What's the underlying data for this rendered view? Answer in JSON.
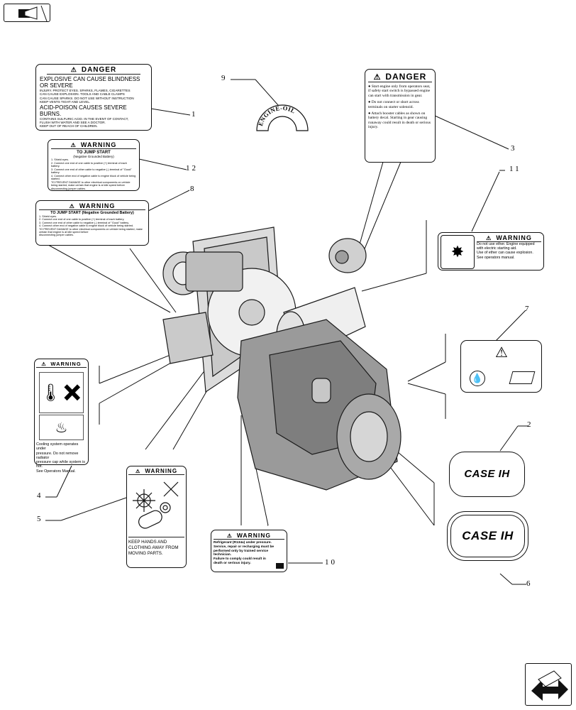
{
  "callouts": [
    "1",
    "2",
    "3",
    "4",
    "5",
    "6",
    "7",
    "8",
    "9",
    "10",
    "11",
    "12"
  ],
  "decal_1": {
    "header": "DANGER",
    "lines": [
      "EXPLOSIVE CAN CAUSE BLINDNESS OR SEVERE",
      "INJURY. PROTECT EYES. SPARKS, FLAMES, CIGARETTES",
      "CAN CAUSE EXPLOSION. TOOLS AND CABLE CLAMPS",
      "CAN CAUSE SPARKS. DO NOT USE WITHOUT INSTRUCTION",
      "KEEP VENTS TIGHT AND LEVEL.",
      "ACID-POISON CAUSES SEVERE BURNS.",
      "CONTAINS SULFURIC ACID. IN THE EVENT OF CONTACT,",
      "FLUSH WITH WATER AND SEE A DOCTOR.",
      "KEEP OUT OF REACH OF CHILDREN."
    ]
  },
  "decal_3": {
    "header": "DANGER",
    "items": [
      "Start engine only from operators seat, if safety start switch is bypassed engine can start with transmission in gear.",
      "Do not connect or short across terminals on starter solenoid.",
      "Attach booster cables as shown on battery decal. Starting in gear causing runaway could result in death or serious injury."
    ]
  },
  "decal_12": {
    "header": "WARNING",
    "title": "TO JUMP START",
    "subtitle": "(Negative Grounded Battery)",
    "lines": [
      "1. Shield eyes.",
      "2. Connect one end of one cable to positive (+) terminal of each battery.",
      "3. Connect one end of other cable to negative (-) terminal of \"Good\" battery.",
      "4. Connect other end of negative cable to engine block of vehicle being started.",
      "TO PREVENT DAMAGE to other electrical components on vehicle being started, make certain that engine is at idle speed before",
      "disconnecting jumper cables."
    ]
  },
  "decal_8": {
    "header": "WARNING",
    "title": "TO JUMP START (Negative Grounded Battery)",
    "lines": [
      "1. Shield eyes.",
      "2. Connect one end of one cable to positive (+) terminal of each battery.",
      "3. Connect one end of other cable to negative (-) terminal of \"Good\" battery.",
      "4. Connect other end of negative cable to engine block of vehicle being started.",
      "TO PREVENT DAMAGE to other electrical components on vehicle being started, make certain that engine is at idle speed before",
      "disconnecting jumper cables."
    ]
  },
  "decal_9": {
    "text": "ENGINE-OIL"
  },
  "decal_11": {
    "header": "WARNING",
    "lines": [
      "Do not use ether. Engine equipped",
      "with electric starting aid.",
      "Use of ether can cause explosion.",
      "See operators manual."
    ]
  },
  "decal_4": {
    "header": "WARNING",
    "lines": [
      "Cooling system operates under",
      "pressure. Do not remove radiator",
      "pressure cap while system is hot.",
      "See Operators Manual."
    ]
  },
  "decal_5": {
    "header": "WARNING",
    "lines": [
      "KEEP HANDS AND",
      "CLOTHING AWAY FROM",
      "MOVING PARTS."
    ]
  },
  "decal_10": {
    "header": "WARNING",
    "lines": [
      "Refrigerant (R134a) under pressure.",
      "Service, repair or recharging must be",
      "performed only by trained service technician.",
      "Failure to comply could result in",
      "death or serious injury."
    ]
  },
  "decal_2": {
    "logo": "CASE IH"
  },
  "decal_6": {
    "logo": "CASE IH"
  },
  "nav": {
    "top_icon": "book-arrow-icon",
    "bottom_icon": "next-page-arrow-icon"
  }
}
